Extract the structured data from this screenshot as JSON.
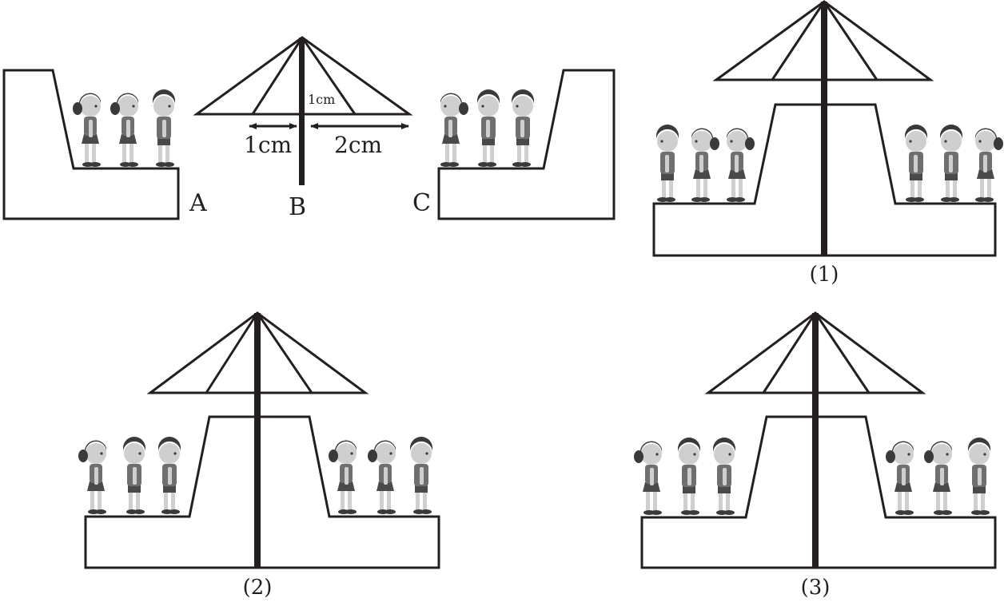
{
  "labels": {
    "part_a": "A",
    "part_b": "B",
    "part_c": "C",
    "option_1": "(1)",
    "option_2": "(2)",
    "option_3": "(3)"
  },
  "measurements": {
    "vertical": "1cm",
    "left": "1cm",
    "right": "2cm"
  },
  "options": [
    {
      "left_group": [
        "boy",
        "girl",
        "girl"
      ],
      "right_group": [
        "boy",
        "boy",
        "girl"
      ]
    },
    {
      "left_group": [
        "girl",
        "boy",
        "boy"
      ],
      "right_group": [
        "girl",
        "girl",
        "boy"
      ]
    },
    {
      "left_group": [
        "girl",
        "boy",
        "boy"
      ],
      "right_group": [
        "girl",
        "girl",
        "boy"
      ]
    }
  ],
  "pieces": {
    "a_group": [
      "girl",
      "girl",
      "boy"
    ],
    "c_group": [
      "girl",
      "boy",
      "boy"
    ]
  },
  "colors": {
    "ink": "#231f20",
    "skin": "#cfcfcf",
    "hair": "#3a3a3a",
    "shirt": "#6f6f6f",
    "skirt": "#4a4a4a"
  }
}
